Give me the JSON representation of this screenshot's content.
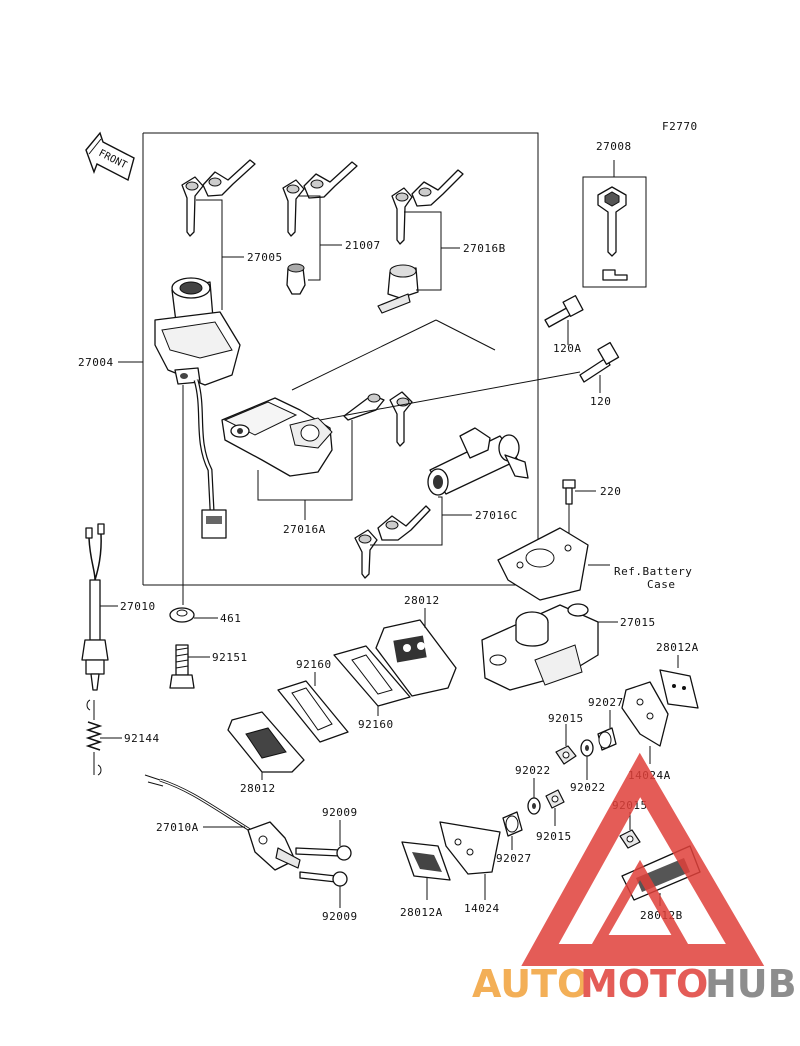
{
  "figure_code": "F2770",
  "front_label": "FRONT",
  "labels": {
    "p27008": "27008",
    "p27005": "27005",
    "p21007": "21007",
    "p27016B": "27016B",
    "p27004": "27004",
    "p120A": "120A",
    "p120": "120",
    "p220": "220",
    "p27016A": "27016A",
    "p27016C": "27016C",
    "ref_battery_1": "Ref.Battery",
    "ref_battery_2": "Case",
    "p27010": "27010",
    "p461": "461",
    "p28012_top": "28012",
    "p27015": "27015",
    "p28012A_top": "28012A",
    "p92151": "92151",
    "p92160_a": "92160",
    "p92160_b": "92160",
    "p92027_a": "92027",
    "p92015_a": "92015",
    "p14024A": "14024A",
    "p92144": "92144",
    "p28012_bot": "28012",
    "p92022_a": "92022",
    "p92022_b": "92022",
    "p92015_b": "92015",
    "p92015_c": "92015",
    "p27010A": "27010A",
    "p92009_a": "92009",
    "p92009_b": "92009",
    "p92027_b": "92027",
    "p28012A_bot": "28012A",
    "p14024": "14024",
    "p28012B": "28012B"
  },
  "watermark": {
    "auto": "AUTO",
    "moto": "MOTO",
    "hub": "HUB",
    "color_red": "#e0403a",
    "color_orange": "#f2a23a",
    "color_gray": "#7a7a7a"
  }
}
